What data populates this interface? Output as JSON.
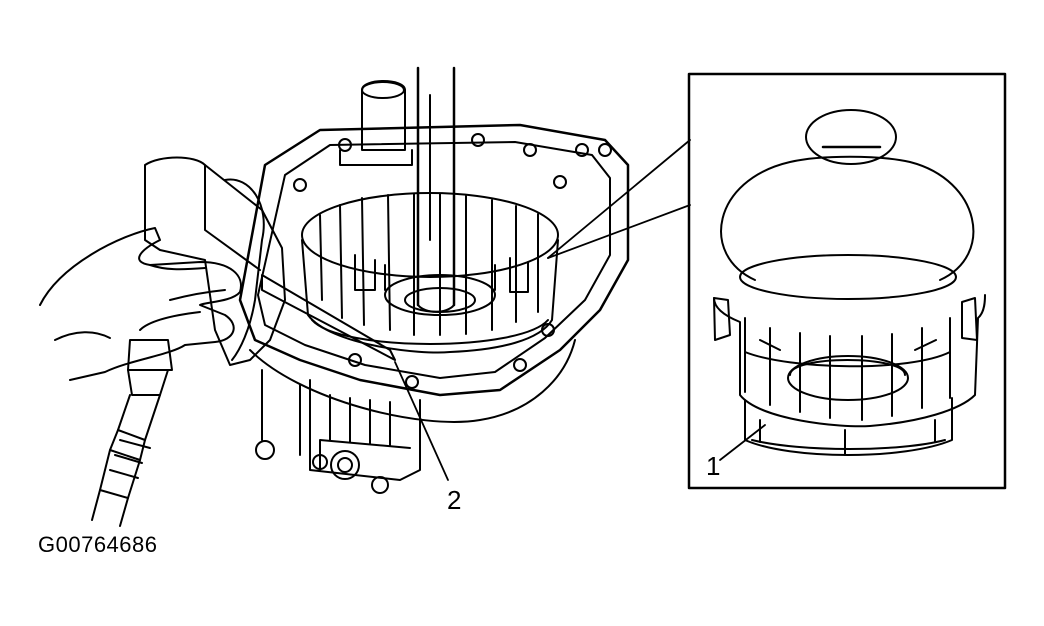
{
  "callouts": {
    "one": "1",
    "two": "2"
  },
  "figure_id": "G00764686",
  "colors": {
    "ink": "#000000",
    "paper": "#ffffff"
  },
  "icons": {
    "air_nozzle": "air-gun-icon",
    "hand": "hand-icon"
  }
}
